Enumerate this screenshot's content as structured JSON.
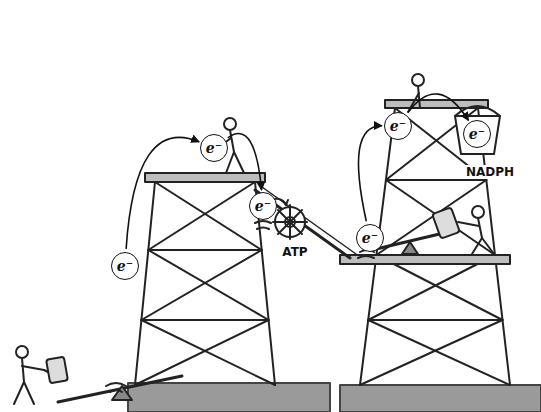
{
  "diagram": {
    "nodes": [
      {
        "text": [
          "e⁻"
        ]
      },
      {
        "text": [
          "e⁻"
        ]
      },
      {
        "text": [
          "e⁻"
        ]
      },
      {
        "text": [
          "e⁻"
        ]
      },
      {
        "text": [
          "e⁻"
        ]
      },
      {
        "text": [
          "e⁻"
        ]
      }
    ],
    "edges": [
      {
        "from": 0,
        "to": 1,
        "arrow": "to"
      },
      {
        "from": 1,
        "to": 2,
        "arrow": "to"
      },
      {
        "from": 3,
        "to": 4,
        "arrow": "to"
      },
      {
        "from": 4,
        "to": 5,
        "arrow": "to"
      }
    ],
    "labels": [
      "ATP",
      "NADPH"
    ]
  }
}
